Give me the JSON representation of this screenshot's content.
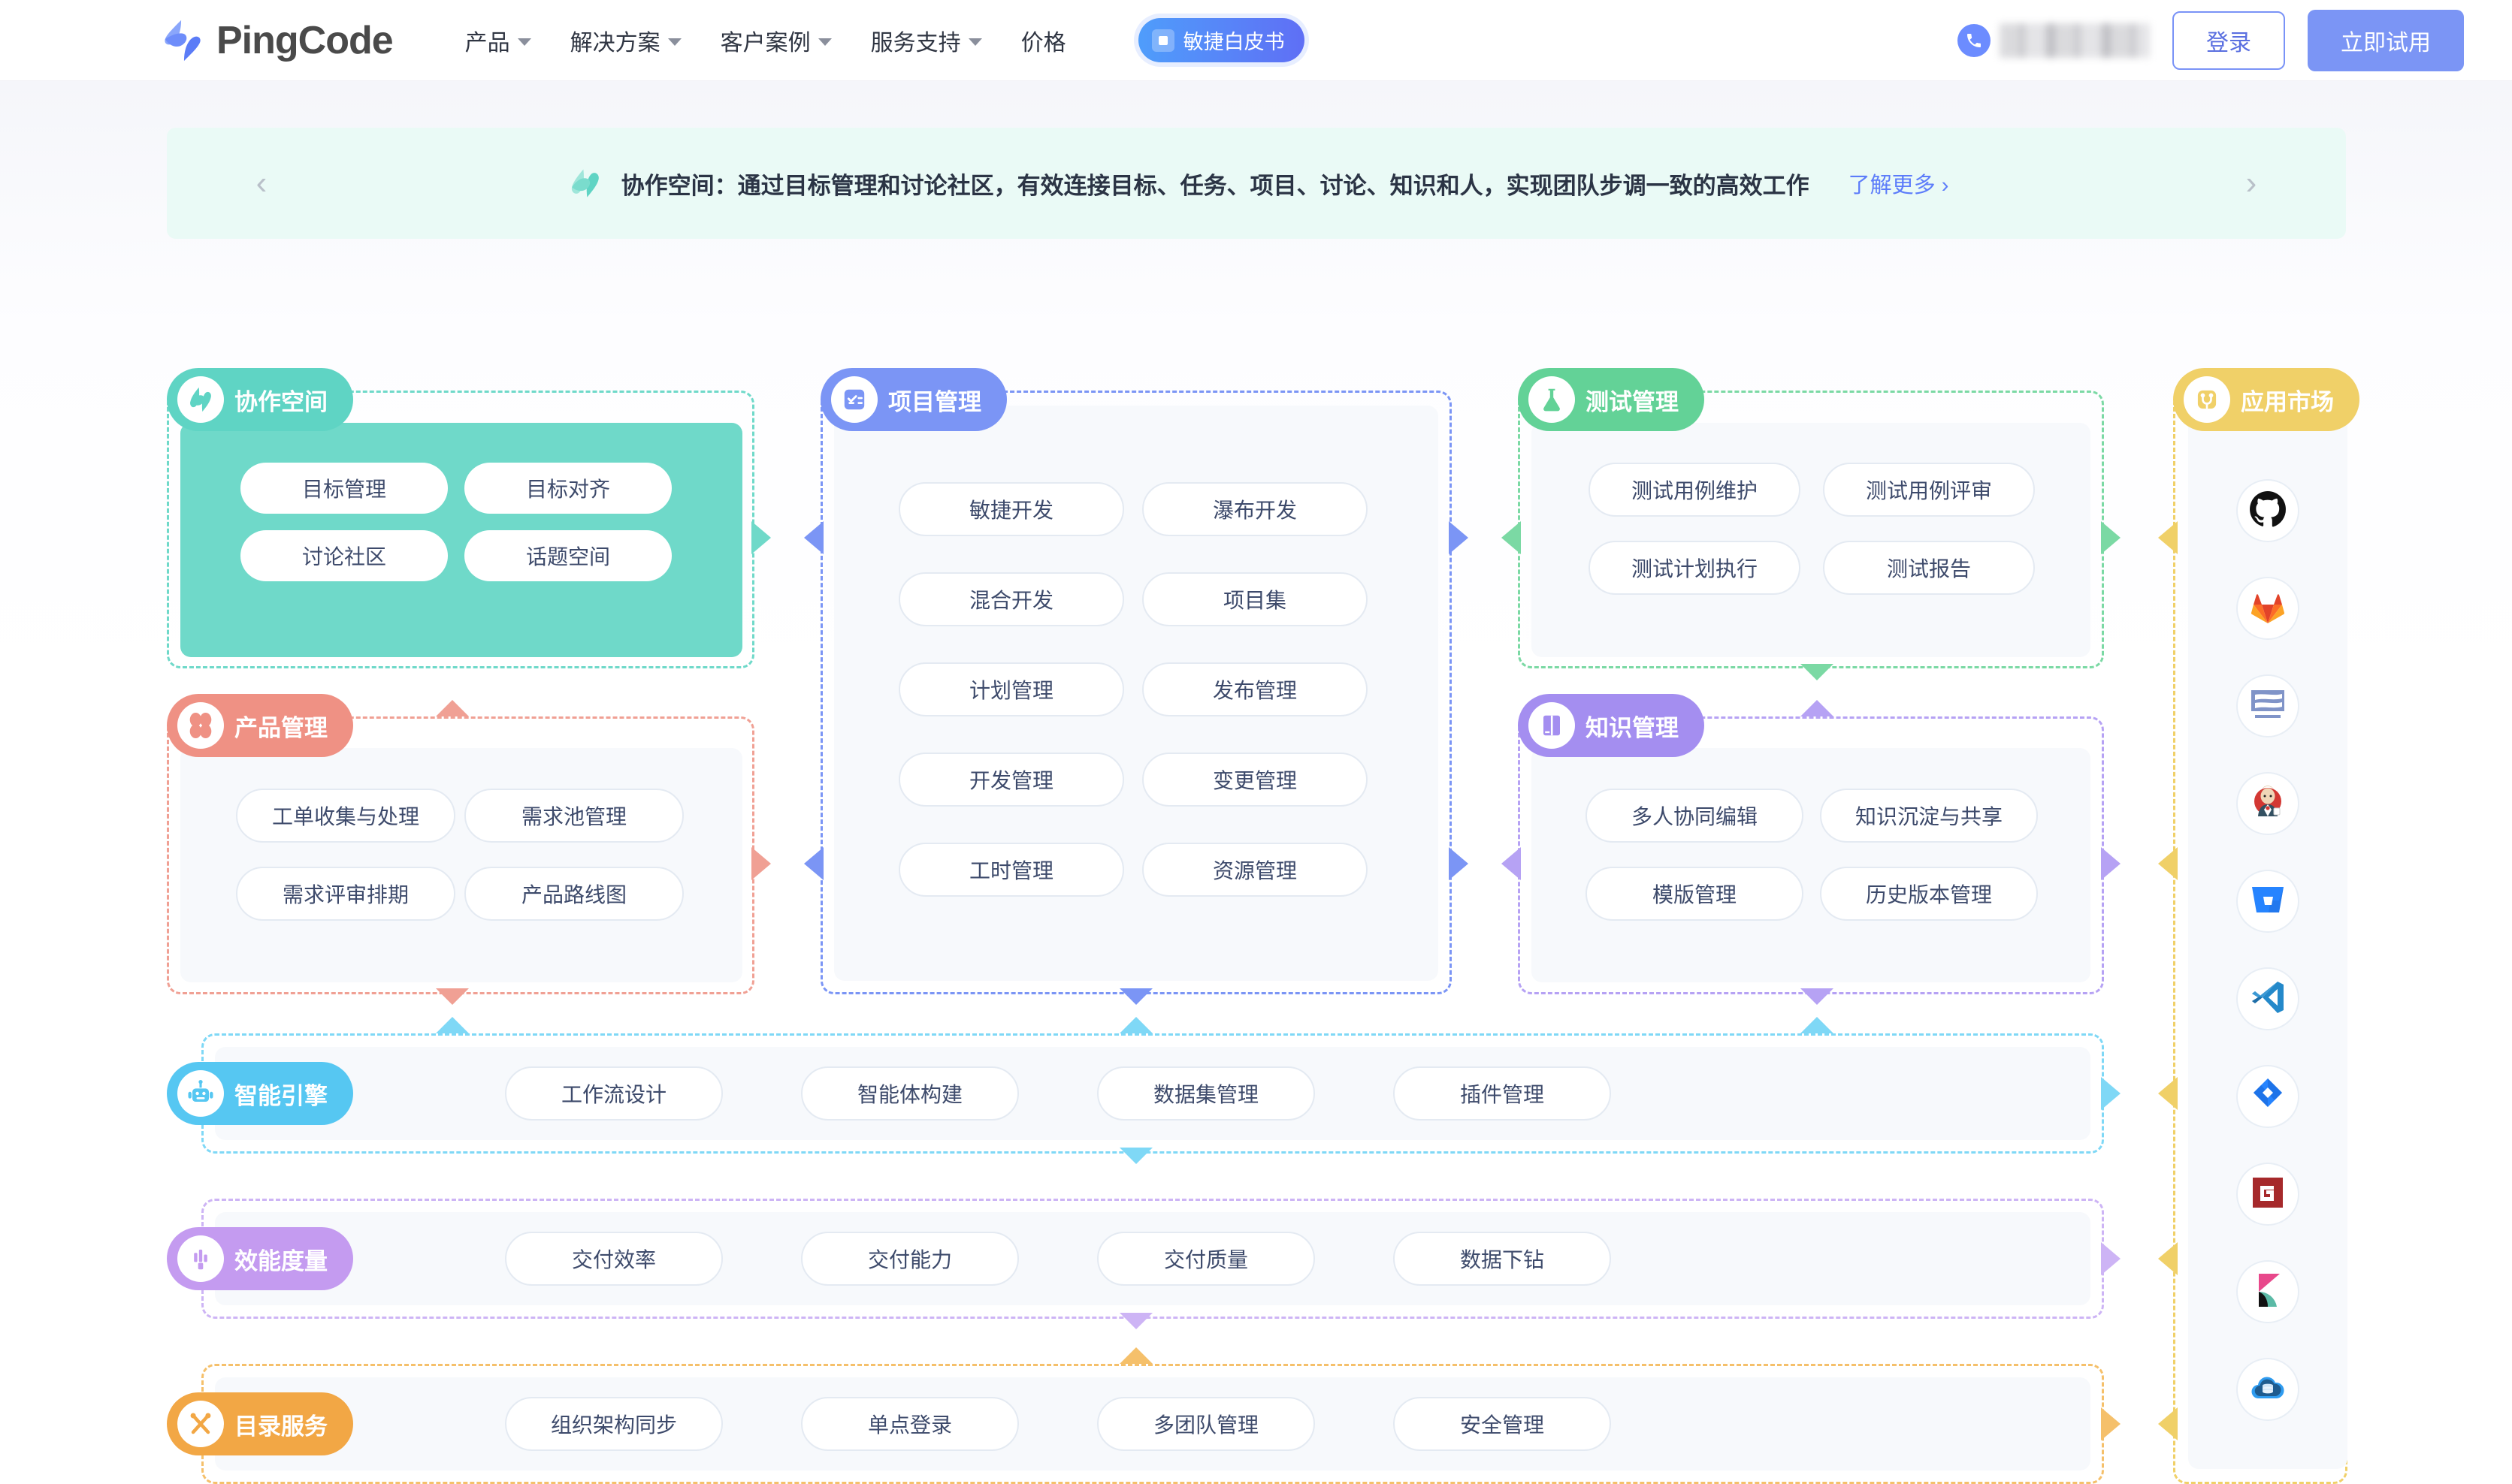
{
  "header": {
    "brand": "PingCode",
    "nav": [
      {
        "label": "产品",
        "caret": true
      },
      {
        "label": "解决方案",
        "caret": true
      },
      {
        "label": "客户案例",
        "caret": true
      },
      {
        "label": "服务支持",
        "caret": true
      },
      {
        "label": "价格",
        "caret": false
      }
    ],
    "whitepaper_label": "敏捷白皮书",
    "phone_redacted": "",
    "login_label": "登录",
    "trial_label": "立即试用"
  },
  "banner": {
    "text": "协作空间：通过目标管理和讨论社区，有效连接目标、任务、项目、讨论、知识和人，实现团队步调一致的高效工作",
    "more_label": "了解更多",
    "prev": "‹",
    "next": "›",
    "bg_color": "#eafaf6",
    "accent_color": "#5c7cfa"
  },
  "diagram": {
    "modules": [
      {
        "key": "collab",
        "title": "协作空间",
        "color": "#5fd4c4",
        "icon": "handshake-icon",
        "items": [
          "目标管理",
          "目标对齐",
          "讨论社区",
          "话题空间"
        ]
      },
      {
        "key": "product",
        "title": "产品管理",
        "color": "#ef9184",
        "icon": "clover-icon",
        "items": [
          "工单收集与处理",
          "需求池管理",
          "需求评审排期",
          "产品路线图"
        ]
      },
      {
        "key": "project",
        "title": "项目管理",
        "color": "#7b95f5",
        "icon": "checklist-icon",
        "items": [
          "敏捷开发",
          "瀑布开发",
          "混合开发",
          "项目集",
          "计划管理",
          "发布管理",
          "开发管理",
          "变更管理",
          "工时管理",
          "资源管理"
        ]
      },
      {
        "key": "test",
        "title": "测试管理",
        "color": "#63d297",
        "icon": "flask-icon",
        "items": [
          "测试用例维护",
          "测试用例评审",
          "测试计划执行",
          "测试报告"
        ]
      },
      {
        "key": "knowledge",
        "title": "知识管理",
        "color": "#a48ef0",
        "icon": "book-icon",
        "items": [
          "多人协同编辑",
          "知识沉淀与共享",
          "模版管理",
          "历史版本管理"
        ]
      },
      {
        "key": "engine",
        "title": "智能引擎",
        "color": "#56c7f2",
        "icon": "robot-icon",
        "items": [
          "工作流设计",
          "智能体构建",
          "数据集管理",
          "插件管理"
        ]
      },
      {
        "key": "metrics",
        "title": "效能度量",
        "color": "#c49bf0",
        "icon": "bar-chart-icon",
        "items": [
          "交付效率",
          "交付能力",
          "交付质量",
          "数据下钻"
        ]
      },
      {
        "key": "directory",
        "title": "目录服务",
        "color": "#f2a745",
        "icon": "tools-icon",
        "items": [
          "组织架构同步",
          "单点登录",
          "多团队管理",
          "安全管理"
        ]
      },
      {
        "key": "market",
        "title": "应用市场",
        "color": "#f0d068",
        "icon": "branch-icon",
        "items": []
      }
    ],
    "market_apps": [
      {
        "name": "github-icon",
        "label": "GitHub"
      },
      {
        "name": "gitlab-icon",
        "label": "GitLab"
      },
      {
        "name": "subversion-icon",
        "label": "Subversion"
      },
      {
        "name": "jenkins-icon",
        "label": "Jenkins"
      },
      {
        "name": "bitbucket-icon",
        "label": "Bitbucket"
      },
      {
        "name": "vscode-icon",
        "label": "VS Code"
      },
      {
        "name": "jira-icon",
        "label": "Jira"
      },
      {
        "name": "gitee-icon",
        "label": "Gitee"
      },
      {
        "name": "kibana-icon",
        "label": "Kibana"
      },
      {
        "name": "cloud-database-icon",
        "label": "Cloud DB"
      }
    ]
  }
}
